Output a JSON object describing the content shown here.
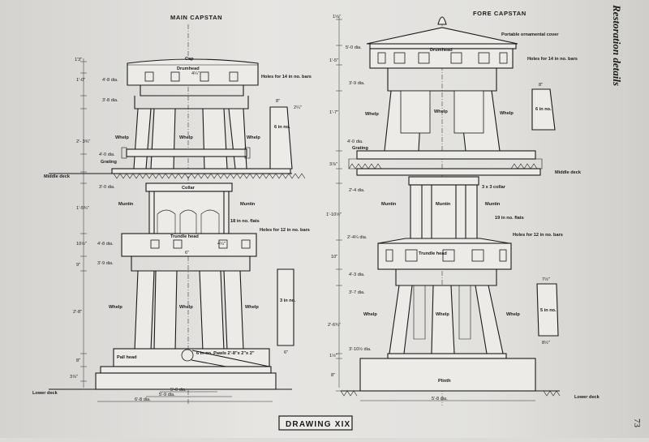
{
  "main_title": "MAIN CAPSTAN",
  "fore_title": "FORE CAPSTAN",
  "side_title": "Restoration details",
  "page_number": "73",
  "caption": "DRAWING XIX",
  "main_labels": {
    "cap": "Cap",
    "drumhead": "Drumhead",
    "holes_bars": "Holes for 14 in no. bars",
    "whelp_left": "Whelp",
    "whelp_center": "Whelp",
    "whelp_right": "Whelp",
    "grating": "Grating",
    "middle_deck": "Middle deck",
    "collar": "Collar",
    "muntin_left": "Muntin",
    "muntin_right": "Muntin",
    "flats": "18 in no. flats",
    "trundle_head": "Trundle head",
    "holes_12": "Holes for 12 in no. bars",
    "whelp_lower_left": "Whelp",
    "whelp_lower_center": "Whelp",
    "whelp_lower_right": "Whelp",
    "pall_head": "Pall head",
    "pawls": "6 in no. Pawls 2'-8\"x 2\"x 2\"",
    "lower_deck": "Lower deck",
    "six_in_no": "6 in no.",
    "three_in_no": "3 in no."
  },
  "main_dims": {
    "d_top": "1'3\"",
    "d_cap": "1'-0\"",
    "d_4_8": "4'-8 dia.",
    "d_3_8": "3'-8 dia.",
    "d_2_3": "2'- 3¾\"",
    "d_4_0": "4'-0 dia.",
    "d_3_0": "3'-0 dia.",
    "d_1_5": "1'-5¾\"",
    "d_10": "10½\"",
    "d_4_8b": "4'-8 dia.",
    "d_3_9": "3'-9 dia.",
    "d_9": "9\"",
    "d_2_8": "2'-8\"",
    "d_8": "8\"",
    "d_3": "3⅞\"",
    "d_hole1": "4¼\"",
    "d_hole2": "4¼\"",
    "d_hole3": "6\"",
    "d_5_0": "5'-0 dia.",
    "d_5_9": "5'-9 dia.",
    "d_6_8": "6'-8 dia.",
    "w_8": "8\"",
    "w_2": "2¼\"",
    "w_6": "6\""
  },
  "fore_labels": {
    "cover": "Portable ornamental cover",
    "drumhead": "Drumhead",
    "holes_bars": "Holes for 14 in no. bars",
    "whelp_left": "Whelp",
    "whelp_center": "Whelp",
    "whelp_right": "Whelp",
    "grating": "Grating",
    "middle_deck": "Middle deck",
    "collar": "3 x 3 collar",
    "muntin_left": "Muntin",
    "muntin_center": "Muntin",
    "muntin_right": "Muntin",
    "flats": "19 in no. flats",
    "holes_12": "Holes for 12 in no. bars",
    "trundle_head": "Trundle head",
    "whelp_lower_left": "Whelp",
    "whelp_lower_center": "Whelp",
    "whelp_lower_right": "Whelp",
    "plinth": "Plinth",
    "lower_deck": "Lower deck",
    "six_in_no": "6 in no.",
    "five_in_no": "5 in no."
  },
  "fore_dims": {
    "d_top": "1½\"",
    "d_5_0": "5'-0 dia.",
    "d_1_5": "1'-5\"",
    "d_3_9": "3'-9 dia.",
    "d_1_7": "1'-7\"",
    "d_4_0": "4'-0 dia.",
    "d_3_8": "3⅞\"",
    "d_2_4": "2'-4 dia.",
    "d_1_10": "1'-10½\"",
    "d_2_4b": "2'-4¼ dia.",
    "d_10": "10\"",
    "d_4_3": "4'-3 dia.",
    "d_3_7": "3'-7 dia.",
    "d_2_6": "2'-6¾\"",
    "d_3_10": "3'-10½ dia.",
    "d_1": "1½\"",
    "d_8": "8\"",
    "d_5_8": "5'-8 dia.",
    "w_8": "8\"",
    "w_7": "7½\"",
    "w_8b": "8½\""
  }
}
